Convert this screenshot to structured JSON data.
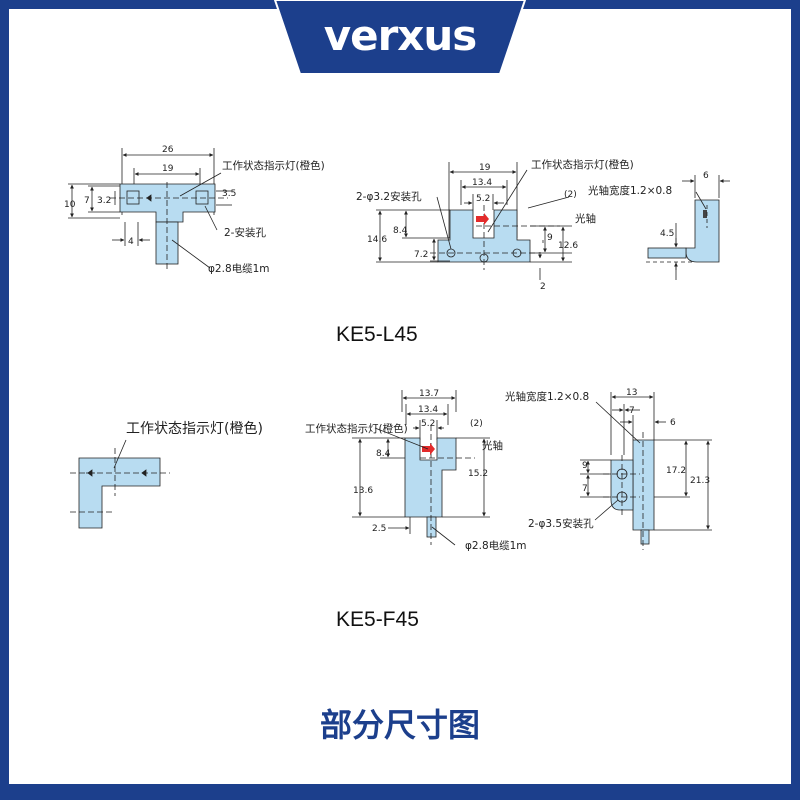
{
  "brand": {
    "logo_text": "verxus"
  },
  "colors": {
    "brand_blue": "#1c3f8c",
    "part_fill": "#b8dcf1",
    "part_stroke": "#222222",
    "indicator_red": "#e32b2b"
  },
  "caption": "部分尺寸图",
  "models": [
    {
      "name": "KE5-L45",
      "top_view": {
        "dims": [
          "26",
          "19",
          "10",
          "7",
          "3.2",
          "3.5",
          "4"
        ],
        "labels": {
          "indicator": "工作状态指示灯(橙色)",
          "mount_holes": "2-安装孔",
          "cable": "φ2.8电缆1m"
        }
      },
      "front_view": {
        "dims": [
          "19",
          "13.4",
          "5.2",
          "14.6",
          "8.4",
          "7.2",
          "9",
          "12.6",
          "2",
          "(2)"
        ],
        "labels": {
          "holes": "2-φ3.2安装孔",
          "indicator": "工作状态指示灯(橙色)",
          "axis": "光轴"
        }
      },
      "side_view": {
        "dims": [
          "6",
          "4.5"
        ],
        "labels": {
          "beam_width": "光轴宽度1.2×0.8"
        }
      }
    },
    {
      "name": "KE5-F45",
      "top_view": {
        "labels": {
          "indicator": "工作状态指示灯(橙色)"
        }
      },
      "front_view": {
        "dims": [
          "13.7",
          "13.4",
          "5.2",
          "(2)",
          "8.4",
          "15.2",
          "13.6",
          "2.5"
        ],
        "labels": {
          "indicator": "工作状态指示灯(橙色)",
          "axis": "光轴",
          "cable": "φ2.8电缆1m"
        }
      },
      "side_view": {
        "dims": [
          "13",
          "7",
          "6",
          "9",
          "7",
          "17.2",
          "21.3"
        ],
        "labels": {
          "beam_width": "光轴宽度1.2×0.8",
          "holes": "2-φ3.5安装孔"
        }
      }
    }
  ]
}
